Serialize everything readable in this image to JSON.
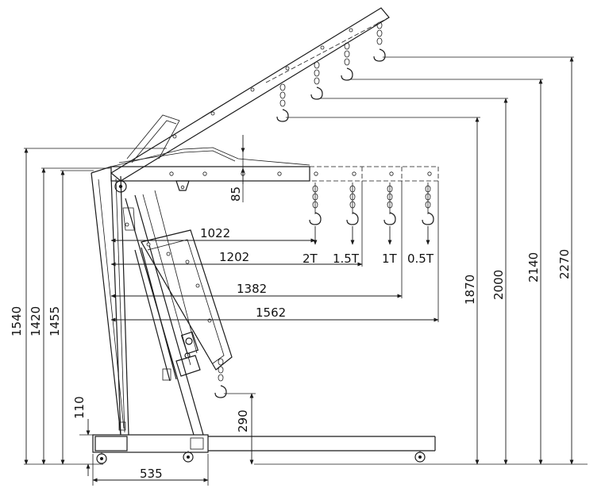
{
  "labels": {
    "reach_2t": "1022",
    "reach_1_5t": "1202",
    "reach_1t": "1382",
    "reach_0_5t": "1562",
    "cap_2t": "2T",
    "cap_1_5t": "1.5T",
    "cap_1t": "1T",
    "cap_0_5t": "0.5T",
    "boom_gap": "85",
    "height_1540": "1540",
    "height_1420": "1420",
    "height_1455": "1455",
    "base_110": "110",
    "hook_low_290": "290",
    "base_width_535": "535",
    "lift_1870": "1870",
    "lift_2000": "2000",
    "lift_2140": "2140",
    "lift_2270": "2270"
  }
}
